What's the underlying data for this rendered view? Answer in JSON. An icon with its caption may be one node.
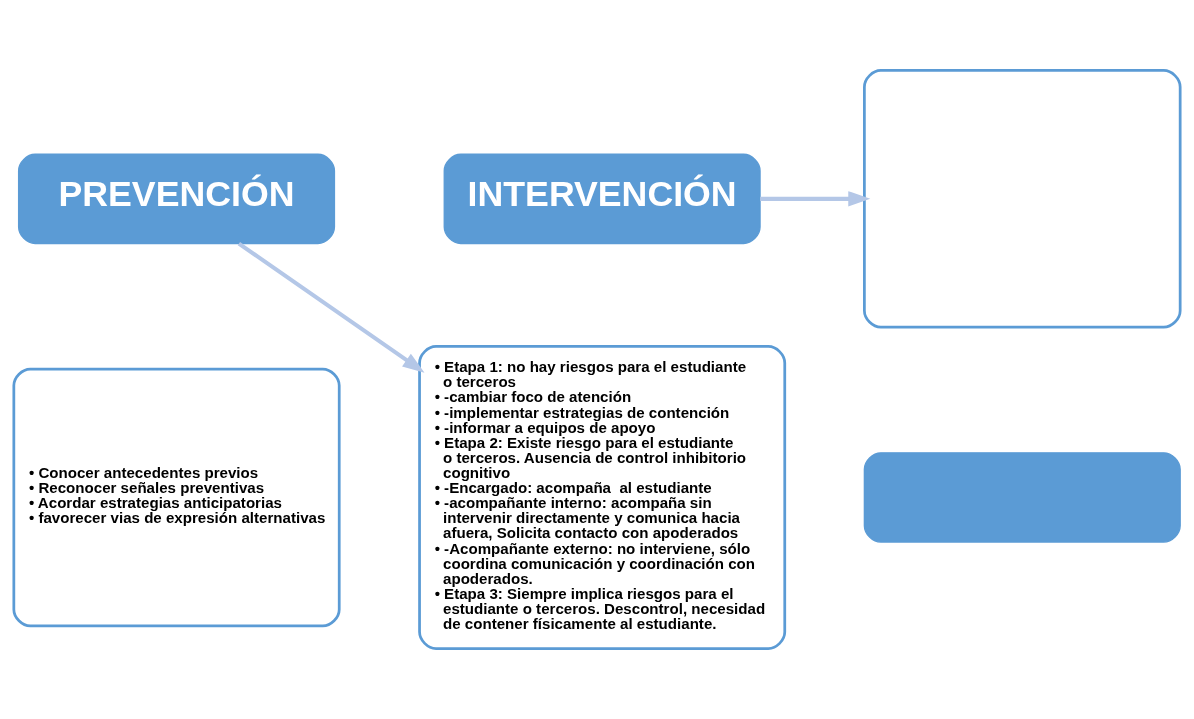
{
  "diagram": {
    "nodes": [
      {
        "text": [
          "PREVENCIÓN"
        ]
      },
      {
        "text": [
          "• Conocer antecedentes previos",
          "• Reconocer señales preventivas",
          "• Acordar estrategias anticipatorias",
          "• favorecer vias de expresión alternativas"
        ]
      },
      {
        "text": [
          "INTERVENCIÓN"
        ]
      },
      {
        "text": [
          "• Etapa 1: no hay riesgos para el estudiante o terceros",
          "• -cambiar foco de atención",
          "• -implementar estrategias de contención",
          "• -informar a equipos de apoyo",
          "• Etapa 2: Existe riesgo para el estudiante o terceros. Ausencia de control inhibitorio cognitivo",
          "• -Encargado: acompaña  al estudiante",
          "• -acompañante interno: acompaña sin intervenir directamente y comunica hacia afuera, Solicita contacto con apoderados",
          "• -Acompañante externo: no interviene, sólo coordina comunicación y coordinación con apoderados.",
          "• Etapa 3: Siempre implica riesgos para el estudiante o terceros. Descontrol, necesidad de contener físicamente al estudiante."
        ]
      },
      {
        "text": [],
        "shape": "box"
      },
      {
        "text": [],
        "shape": "box"
      }
    ],
    "edges": [
      {
        "from": 0,
        "to": 3,
        "arrow": "to"
      },
      {
        "from": 2,
        "to": 4,
        "arrow": "to"
      }
    ]
  }
}
